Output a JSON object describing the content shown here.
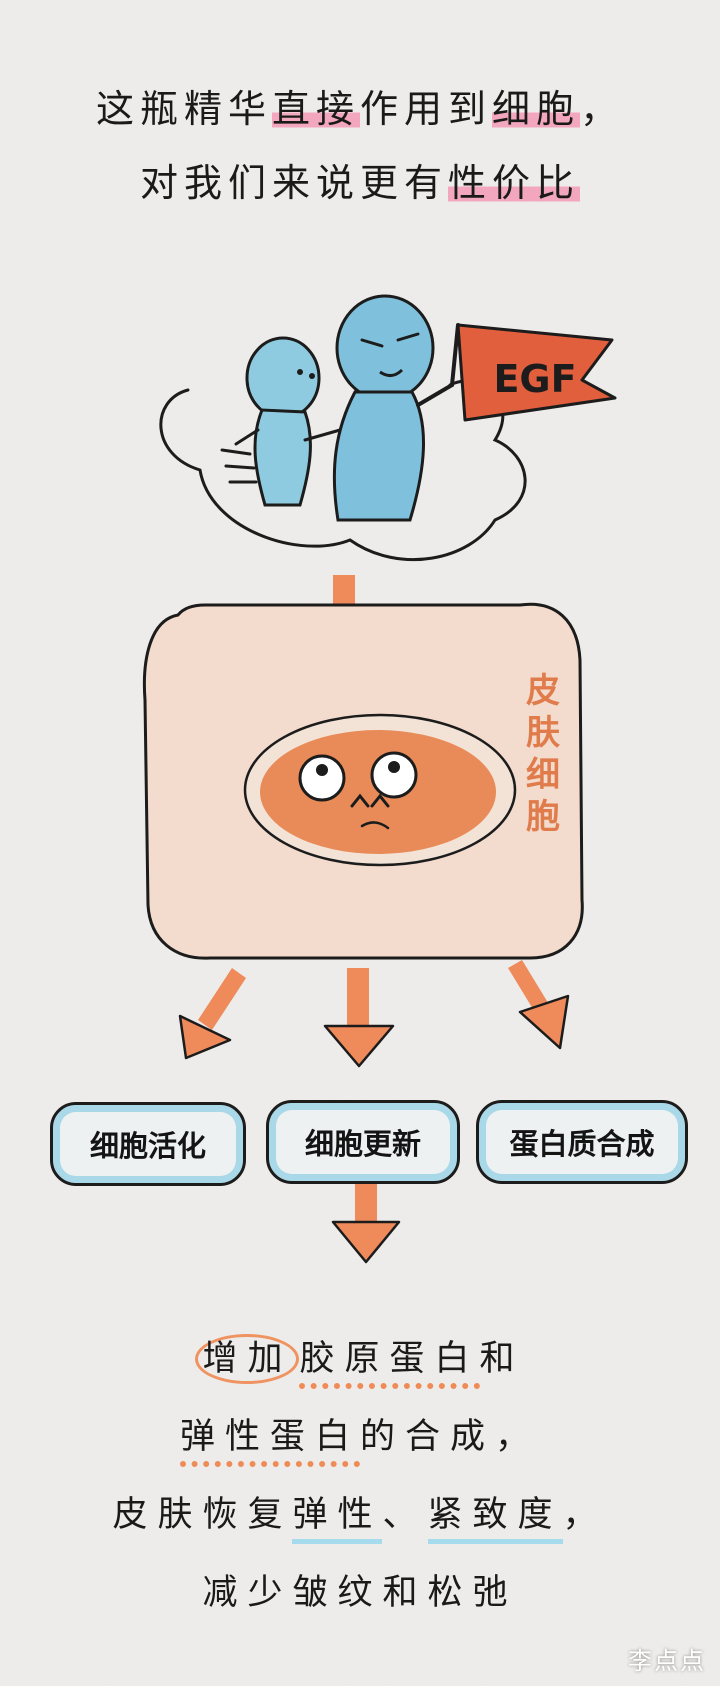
{
  "header": {
    "line1": {
      "pre": "这瓶精华",
      "highlight": "直接",
      "mid": "作用到",
      "highlight2": "细胞",
      "post": "，"
    },
    "line2": {
      "pre": "对我们来说更有",
      "highlight": "性价比",
      "post": ""
    }
  },
  "flag": {
    "label": "EGF"
  },
  "cell": {
    "label": "皮肤细胞"
  },
  "effects": [
    {
      "label": "细胞活化"
    },
    {
      "label": "细胞更新"
    },
    {
      "label": "蛋白质合成"
    }
  ],
  "result": {
    "line1": {
      "circle": "增加",
      "dotted": "胶原蛋白",
      "post": "和"
    },
    "line2": {
      "dotted": "弹性蛋白",
      "post": "的合成，"
    },
    "line3": {
      "pre": "皮肤恢复",
      "under1": "弹性",
      "mid": "、",
      "under2": "紧致度",
      "post": "，"
    },
    "line4": {
      "text": "减少皱纹和松弛"
    }
  },
  "watermark": {
    "text": "李点点"
  },
  "colors": {
    "cell_outer": "#f3dbcd",
    "cell_nucleus": "#e88b58",
    "arrow": "#ef8a5b",
    "figure_blue": "#86c9de",
    "flag_red": "#e0613f",
    "box_inner_blue": "#a9d9e8"
  }
}
